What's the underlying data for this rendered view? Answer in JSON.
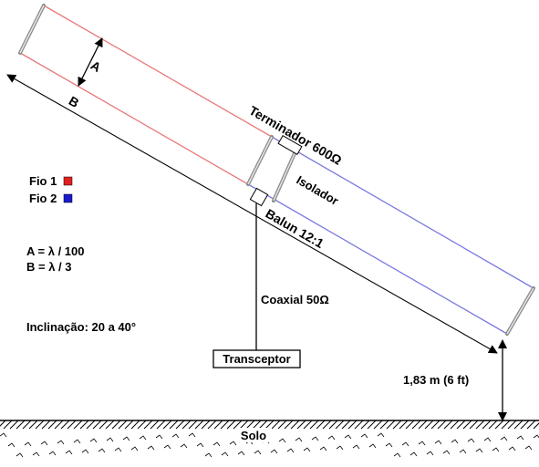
{
  "labels": {
    "dim_a": "A",
    "dim_b": "B",
    "terminator": "Terminador 600Ω",
    "insulator": "Isolador",
    "balun": "Balun 12:1",
    "coax": "Coaxial 50Ω",
    "transceiver": "Transceptor",
    "height": "1,83 m (6 ft)",
    "ground": "Solo",
    "inclination": "Inclinação: 20 a 40°"
  },
  "legend": {
    "wire1": {
      "label": "Fio 1",
      "color": "#e02020"
    },
    "wire2": {
      "label": "Fio 2",
      "color": "#1a1acc"
    }
  },
  "formulas": {
    "a": "A = λ / 100",
    "b": "B = λ / 3"
  },
  "colors": {
    "wire1": "#e87a7a",
    "wire2": "#7a7ae0",
    "spreader": "#8a8a8a",
    "line": "#000000"
  }
}
